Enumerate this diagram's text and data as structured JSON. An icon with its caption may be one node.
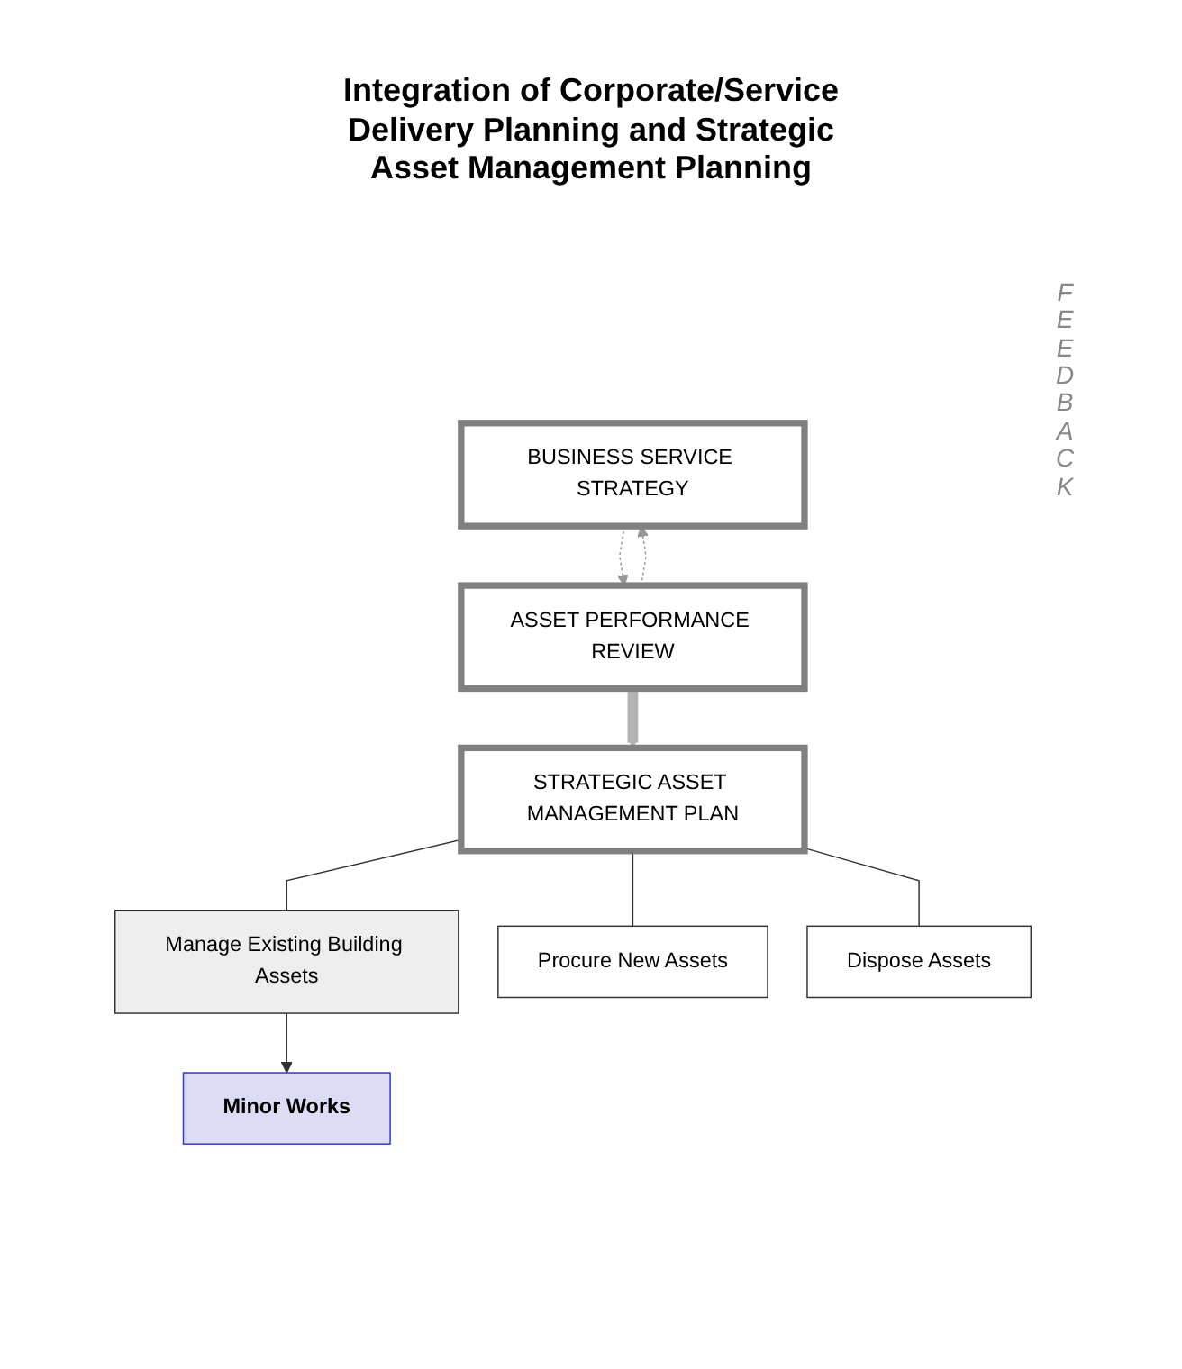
{
  "diagram": {
    "title": "Integration of Corporate/Service Delivery Planning and Strategic Asset Management Planning",
    "nodes": [
      {
        "text": [
          "BUSINESS SERVICE STRATEGY"
        ]
      },
      {
        "text": [
          "ASSET PERFORMANCE REVIEW"
        ]
      },
      {
        "text": [
          "STRATEGIC ASSET MANAGEMENT PLAN"
        ]
      },
      {
        "text": [
          "Manage Existing Building Assets"
        ]
      },
      {
        "text": [
          "Procure New Assets"
        ]
      },
      {
        "text": [
          "Dispose Assets"
        ]
      },
      {
        "text": [
          "Minor Works"
        ]
      }
    ],
    "edges": [
      {
        "from": 0,
        "to": 1,
        "arrow": "to",
        "style": "dashed",
        "color": "#999999"
      },
      {
        "from": 1,
        "to": 0,
        "arrow": "to",
        "style": "dashed",
        "color": "#999999"
      },
      {
        "from": 1,
        "to": 2,
        "arrow": "to",
        "style": "thick",
        "color": "#b3b3b3"
      },
      {
        "from": 2,
        "to": 3,
        "arrow": "none"
      },
      {
        "from": 2,
        "to": 4,
        "arrow": "none"
      },
      {
        "from": 2,
        "to": 5,
        "arrow": "none"
      },
      {
        "from": 3,
        "to": 6,
        "arrow": "to"
      }
    ],
    "labels": [
      "FEEDBACK"
    ]
  }
}
